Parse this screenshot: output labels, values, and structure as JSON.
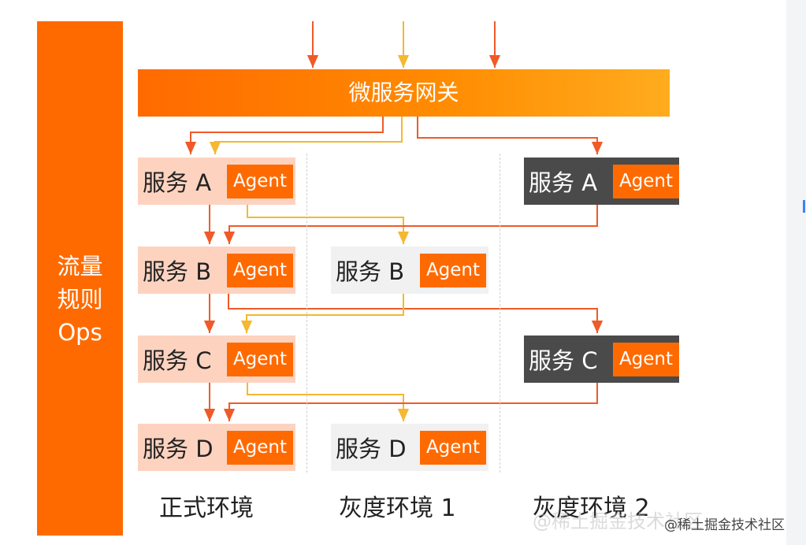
{
  "ops": {
    "label": "流量\n规则\nOps"
  },
  "gateway": {
    "label": "微服务网关"
  },
  "agent_label": "Agent",
  "services": {
    "normal_a": "服务 A",
    "normal_b": "服务 B",
    "normal_c": "服务 C",
    "normal_d": "服务 D",
    "gray1_b": "服务 B",
    "gray1_d": "服务 D",
    "gray2_a": "服务 A",
    "gray2_c": "服务 C"
  },
  "environments": [
    "正式环境",
    "灰度环境 1",
    "灰度环境 2"
  ],
  "watermark": "@稀土掘金技术社区",
  "colors": {
    "brand_orange": "#ff6a00",
    "normal_bg": "#fdd3c0",
    "gray2_bg": "#4a4a4a",
    "red_route": "#f05a28",
    "yellow_route": "#f5b82e"
  }
}
